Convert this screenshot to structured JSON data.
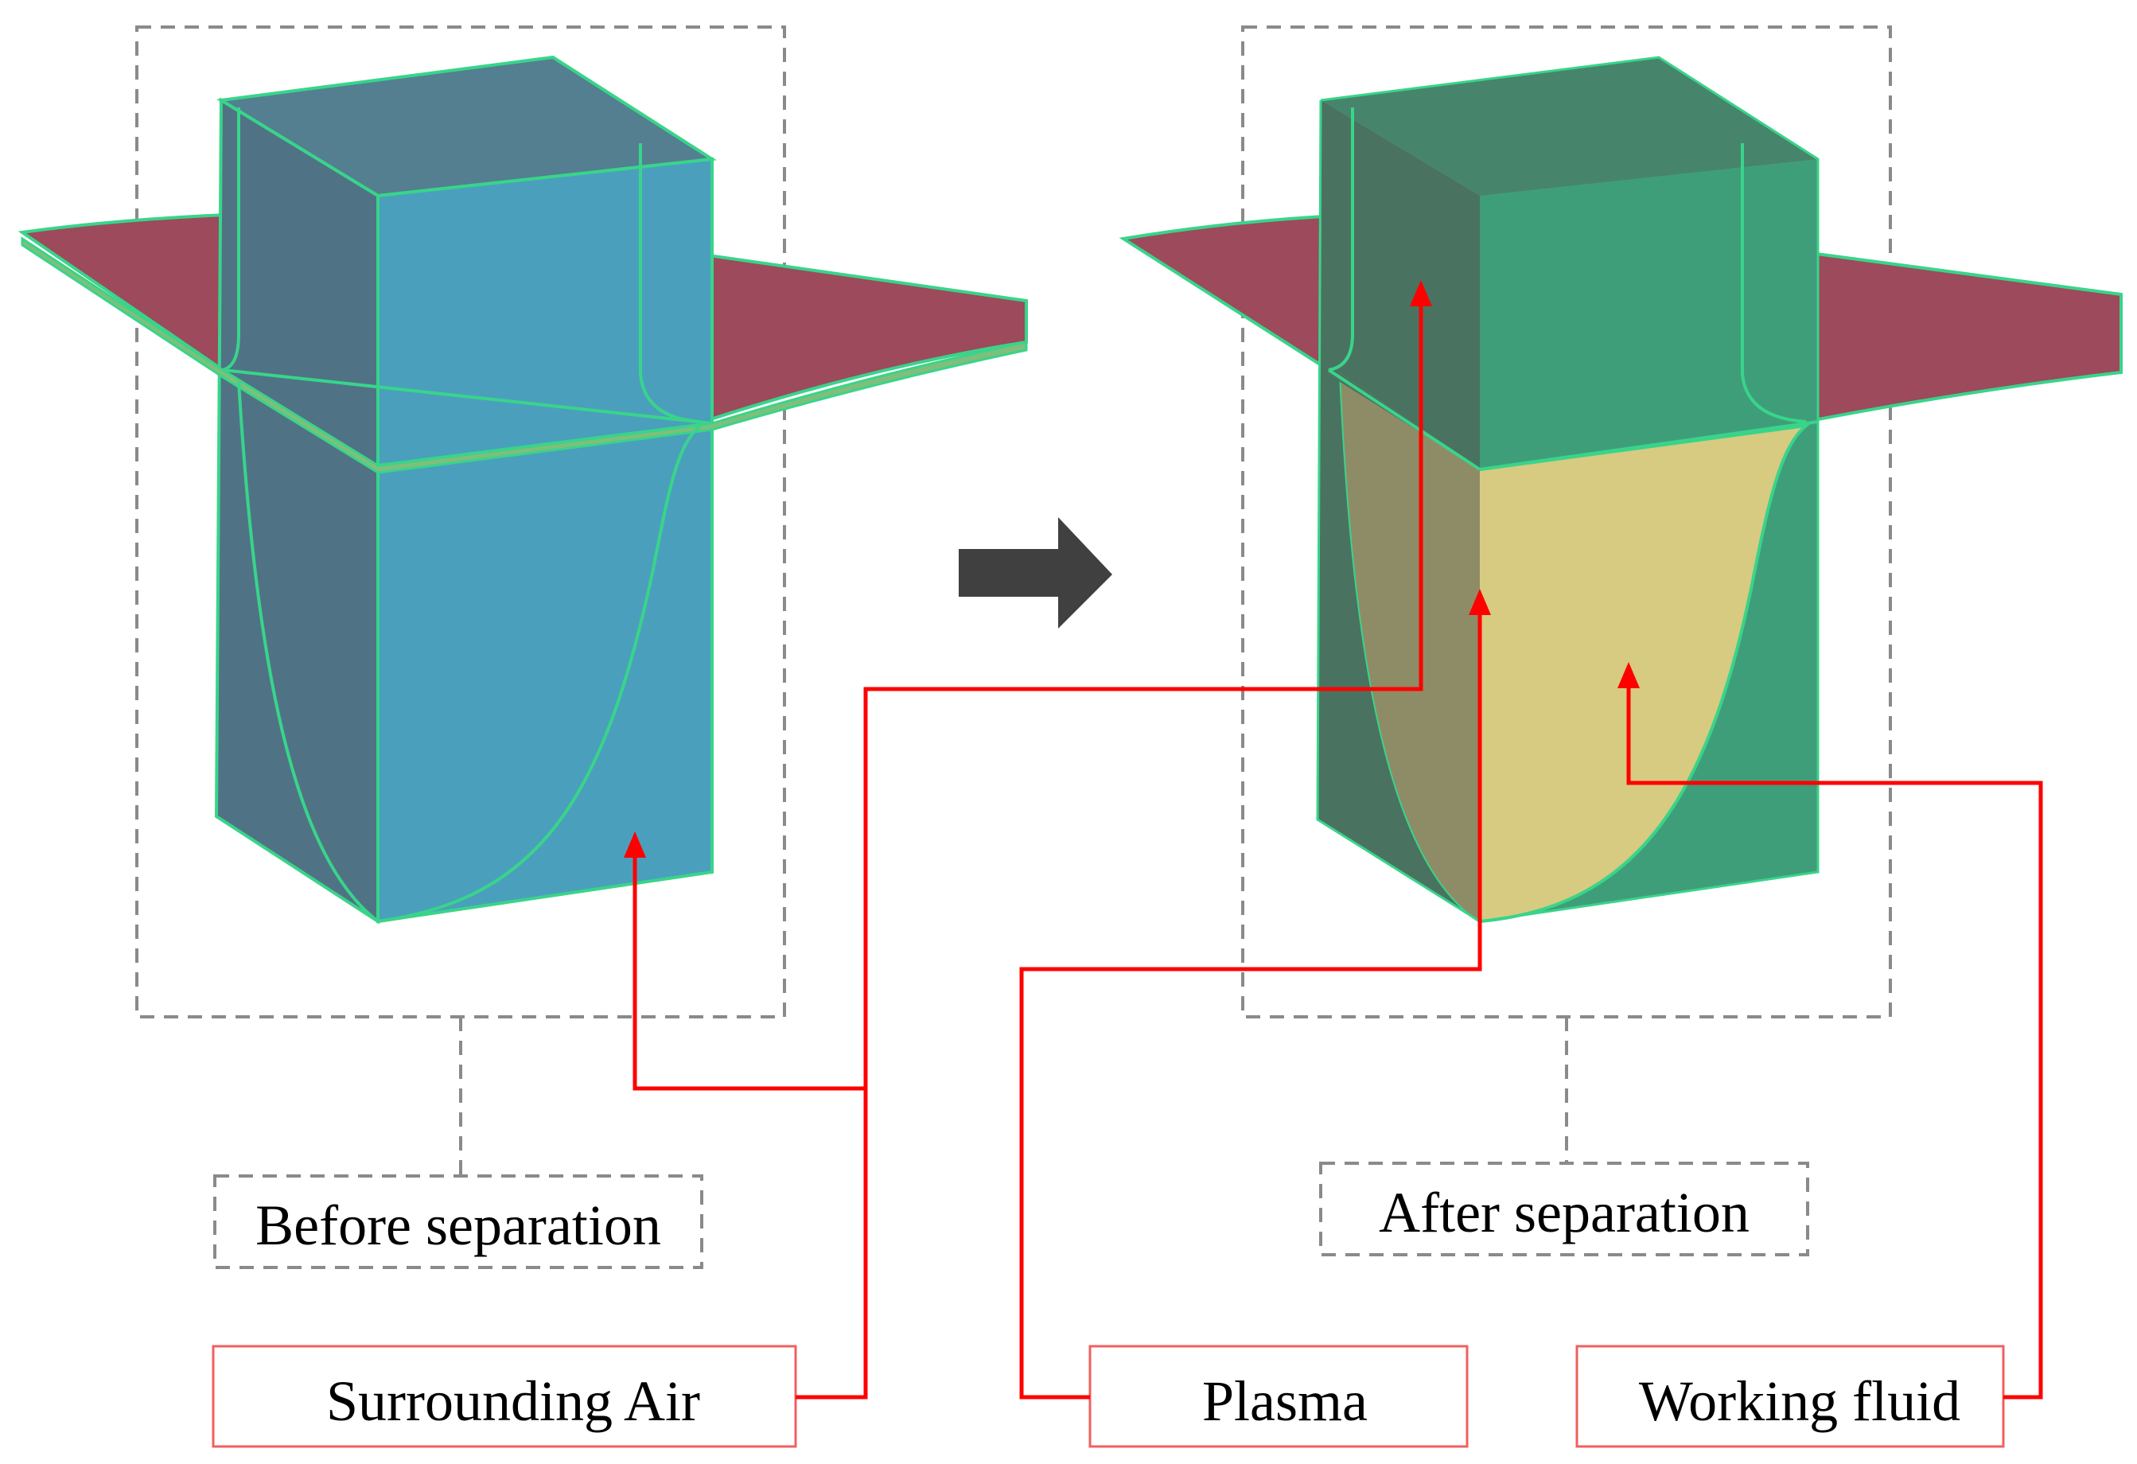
{
  "labels": {
    "before": "Before separation",
    "after": "After separation",
    "surrounding_air": "Surrounding Air",
    "plasma": "Plasma",
    "working_fluid": "Working fluid"
  },
  "colors": {
    "air_block_front": "#4aa0bc",
    "air_block_side": "#4f7385",
    "air_block_top": "#537f91",
    "green_block_front": "#3f9e7a",
    "green_block_side": "#4a7261",
    "green_block_top": "#46856b",
    "plasma_fill": "#d6cb81",
    "plasma_shadow": "#8e8c66",
    "plate": "#9c4a5c",
    "edge_line": "#39d48a",
    "leader_line": "#ff0000",
    "dashed_frame": "#8a8a8a",
    "arrow": "#404040"
  }
}
